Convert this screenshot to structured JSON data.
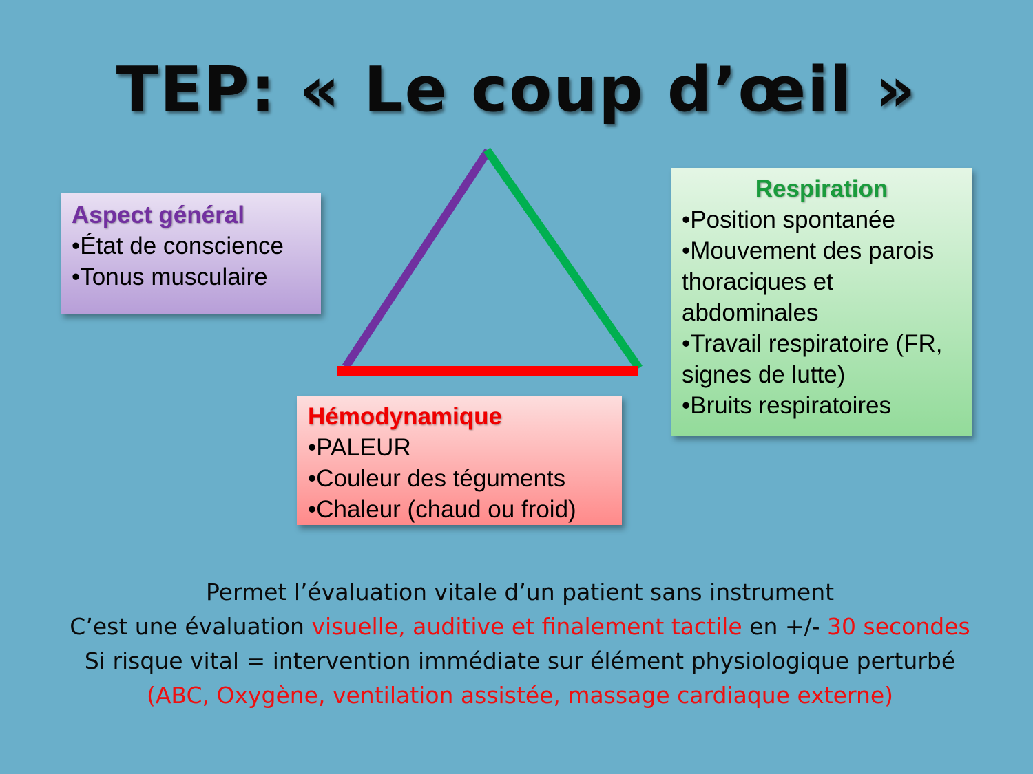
{
  "title": "TEP: « Le coup d’œil »",
  "colors": {
    "background": "#6aafca",
    "aspect": "#7030a0",
    "respiration": "#00b050",
    "hemodynamique": "#ff0000"
  },
  "aspect_general": {
    "heading": "Aspect général",
    "items": [
      "État de conscience",
      "Tonus musculaire"
    ]
  },
  "respiration": {
    "heading": "Respiration",
    "items": [
      "Position spontanée",
      "Mouvement des parois thoraciques et abdominales",
      "Travail respiratoire (FR, signes de lutte)",
      "Bruits respiratoires"
    ]
  },
  "hemodynamique": {
    "heading": "Hémodynamique",
    "items": [
      "PALEUR",
      "Couleur des téguments",
      "Chaleur (chaud ou froid)"
    ]
  },
  "bottom_text": {
    "line1": "Permet l’évaluation vitale  d’un patient  sans instrument",
    "line2_start": "C’est une évaluation ",
    "line2_red1": "visuelle, auditive et finalement  tactile",
    "line2_mid": "  en  +/- ",
    "line2_red2": "30 secondes",
    "line3": "Si risque vital =  intervention immédiate sur  élément physiologique perturbé",
    "line4_red": "(ABC, Oxygène, ventilation assistée, massage cardiaque externe)"
  }
}
